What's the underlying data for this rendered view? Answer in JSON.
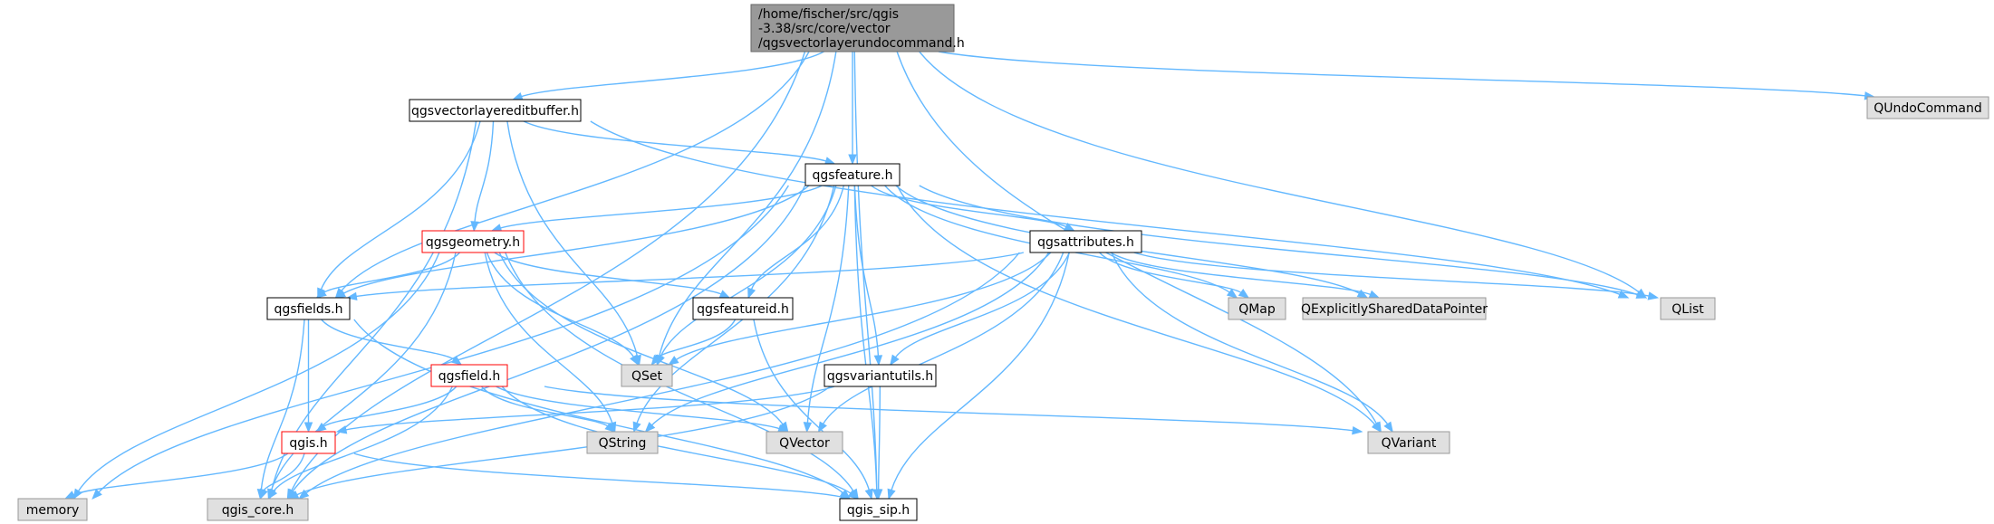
{
  "colors": {
    "edge": "#63b8ff",
    "root_fill": "#999999",
    "node_fill": "#ffffff",
    "external_fill": "#e0e0e0",
    "truncated_border": "#ff0000",
    "border": "#000000",
    "external_border": "#999999"
  },
  "nodes": [
    {
      "id": "root",
      "label": [
        "/home/fischer/src/qgis",
        "-3.38/src/core/vector",
        "/qgsvectorlayerundocommand.h"
      ],
      "kind": "root"
    },
    {
      "id": "editbuffer",
      "label": [
        "qgsvectorlayereditbuffer.h"
      ],
      "kind": "file"
    },
    {
      "id": "feature",
      "label": [
        "qgsfeature.h"
      ],
      "kind": "file"
    },
    {
      "id": "geometry",
      "label": [
        "qgsgeometry.h"
      ],
      "kind": "truncated"
    },
    {
      "id": "attributes",
      "label": [
        "qgsattributes.h"
      ],
      "kind": "file"
    },
    {
      "id": "fields",
      "label": [
        "qgsfields.h"
      ],
      "kind": "file"
    },
    {
      "id": "featureid",
      "label": [
        "qgsfeatureid.h"
      ],
      "kind": "file"
    },
    {
      "id": "field",
      "label": [
        "qgsfield.h"
      ],
      "kind": "truncated"
    },
    {
      "id": "variantutils",
      "label": [
        "qgsvariantutils.h"
      ],
      "kind": "file"
    },
    {
      "id": "qgis",
      "label": [
        "qgis.h"
      ],
      "kind": "truncated"
    },
    {
      "id": "qundo",
      "label": [
        "QUndoCommand"
      ],
      "kind": "external"
    },
    {
      "id": "qmap",
      "label": [
        "QMap"
      ],
      "kind": "external"
    },
    {
      "id": "qesdp",
      "label": [
        "QExplicitlySharedDataPointer"
      ],
      "kind": "external"
    },
    {
      "id": "qlist",
      "label": [
        "QList"
      ],
      "kind": "external"
    },
    {
      "id": "qset",
      "label": [
        "QSet"
      ],
      "kind": "external"
    },
    {
      "id": "qstring",
      "label": [
        "QString"
      ],
      "kind": "external"
    },
    {
      "id": "qvector",
      "label": [
        "QVector"
      ],
      "kind": "external"
    },
    {
      "id": "qvariant",
      "label": [
        "QVariant"
      ],
      "kind": "external"
    },
    {
      "id": "memory",
      "label": [
        "memory"
      ],
      "kind": "external"
    },
    {
      "id": "qgiscore",
      "label": [
        "qgis_core.h"
      ],
      "kind": "external"
    },
    {
      "id": "qgissip",
      "label": [
        "qgis_sip.h"
      ],
      "kind": "file"
    }
  ],
  "edges": [
    [
      "root",
      "editbuffer"
    ],
    [
      "root",
      "qgiscore"
    ],
    [
      "root",
      "fields"
    ],
    [
      "root",
      "qset"
    ],
    [
      "root",
      "feature"
    ],
    [
      "root",
      "qlist"
    ],
    [
      "root",
      "qvariant"
    ],
    [
      "root",
      "qgissip"
    ],
    [
      "root",
      "qundo"
    ],
    [
      "editbuffer",
      "feature"
    ],
    [
      "editbuffer",
      "geometry"
    ],
    [
      "editbuffer",
      "fields"
    ],
    [
      "editbuffer",
      "qgiscore"
    ],
    [
      "editbuffer",
      "qset"
    ],
    [
      "editbuffer",
      "qlist"
    ],
    [
      "feature",
      "memory"
    ],
    [
      "feature",
      "qgiscore"
    ],
    [
      "feature",
      "fields"
    ],
    [
      "feature",
      "geometry"
    ],
    [
      "feature",
      "qset"
    ],
    [
      "feature",
      "featureid"
    ],
    [
      "feature",
      "qstring"
    ],
    [
      "feature",
      "variantutils"
    ],
    [
      "feature",
      "attributes"
    ],
    [
      "feature",
      "qmap"
    ],
    [
      "feature",
      "qesdp"
    ],
    [
      "feature",
      "qlist"
    ],
    [
      "feature",
      "qvector"
    ],
    [
      "feature",
      "qvariant"
    ],
    [
      "feature",
      "qgissip"
    ],
    [
      "geometry",
      "memory"
    ],
    [
      "geometry",
      "qgiscore"
    ],
    [
      "geometry",
      "fields"
    ],
    [
      "geometry",
      "qset"
    ],
    [
      "geometry",
      "featureid"
    ],
    [
      "geometry",
      "qstring"
    ],
    [
      "geometry",
      "qvector"
    ],
    [
      "geometry",
      "qgissip"
    ],
    [
      "attributes",
      "fields"
    ],
    [
      "attributes",
      "qset"
    ],
    [
      "attributes",
      "variantutils"
    ],
    [
      "attributes",
      "qstring"
    ],
    [
      "attributes",
      "qvector"
    ],
    [
      "attributes",
      "qgiscore"
    ],
    [
      "attributes",
      "qmap"
    ],
    [
      "attributes",
      "qesdp"
    ],
    [
      "attributes",
      "qlist"
    ],
    [
      "attributes",
      "qvariant"
    ],
    [
      "attributes",
      "qgissip"
    ],
    [
      "fields",
      "field"
    ],
    [
      "fields",
      "qgis"
    ],
    [
      "fields",
      "qgiscore"
    ],
    [
      "fields",
      "qgissip"
    ],
    [
      "featureid",
      "qset"
    ],
    [
      "featureid",
      "qgissip"
    ],
    [
      "field",
      "qgis"
    ],
    [
      "field",
      "qgiscore"
    ],
    [
      "field",
      "qstring"
    ],
    [
      "field",
      "qvector"
    ],
    [
      "field",
      "qvariant"
    ],
    [
      "field",
      "qgissip"
    ],
    [
      "variantutils",
      "qgis"
    ],
    [
      "variantutils",
      "qgiscore"
    ],
    [
      "variantutils",
      "qgissip"
    ],
    [
      "qgis",
      "memory"
    ],
    [
      "qgis",
      "qgiscore"
    ],
    [
      "qgis",
      "qgissip"
    ]
  ]
}
